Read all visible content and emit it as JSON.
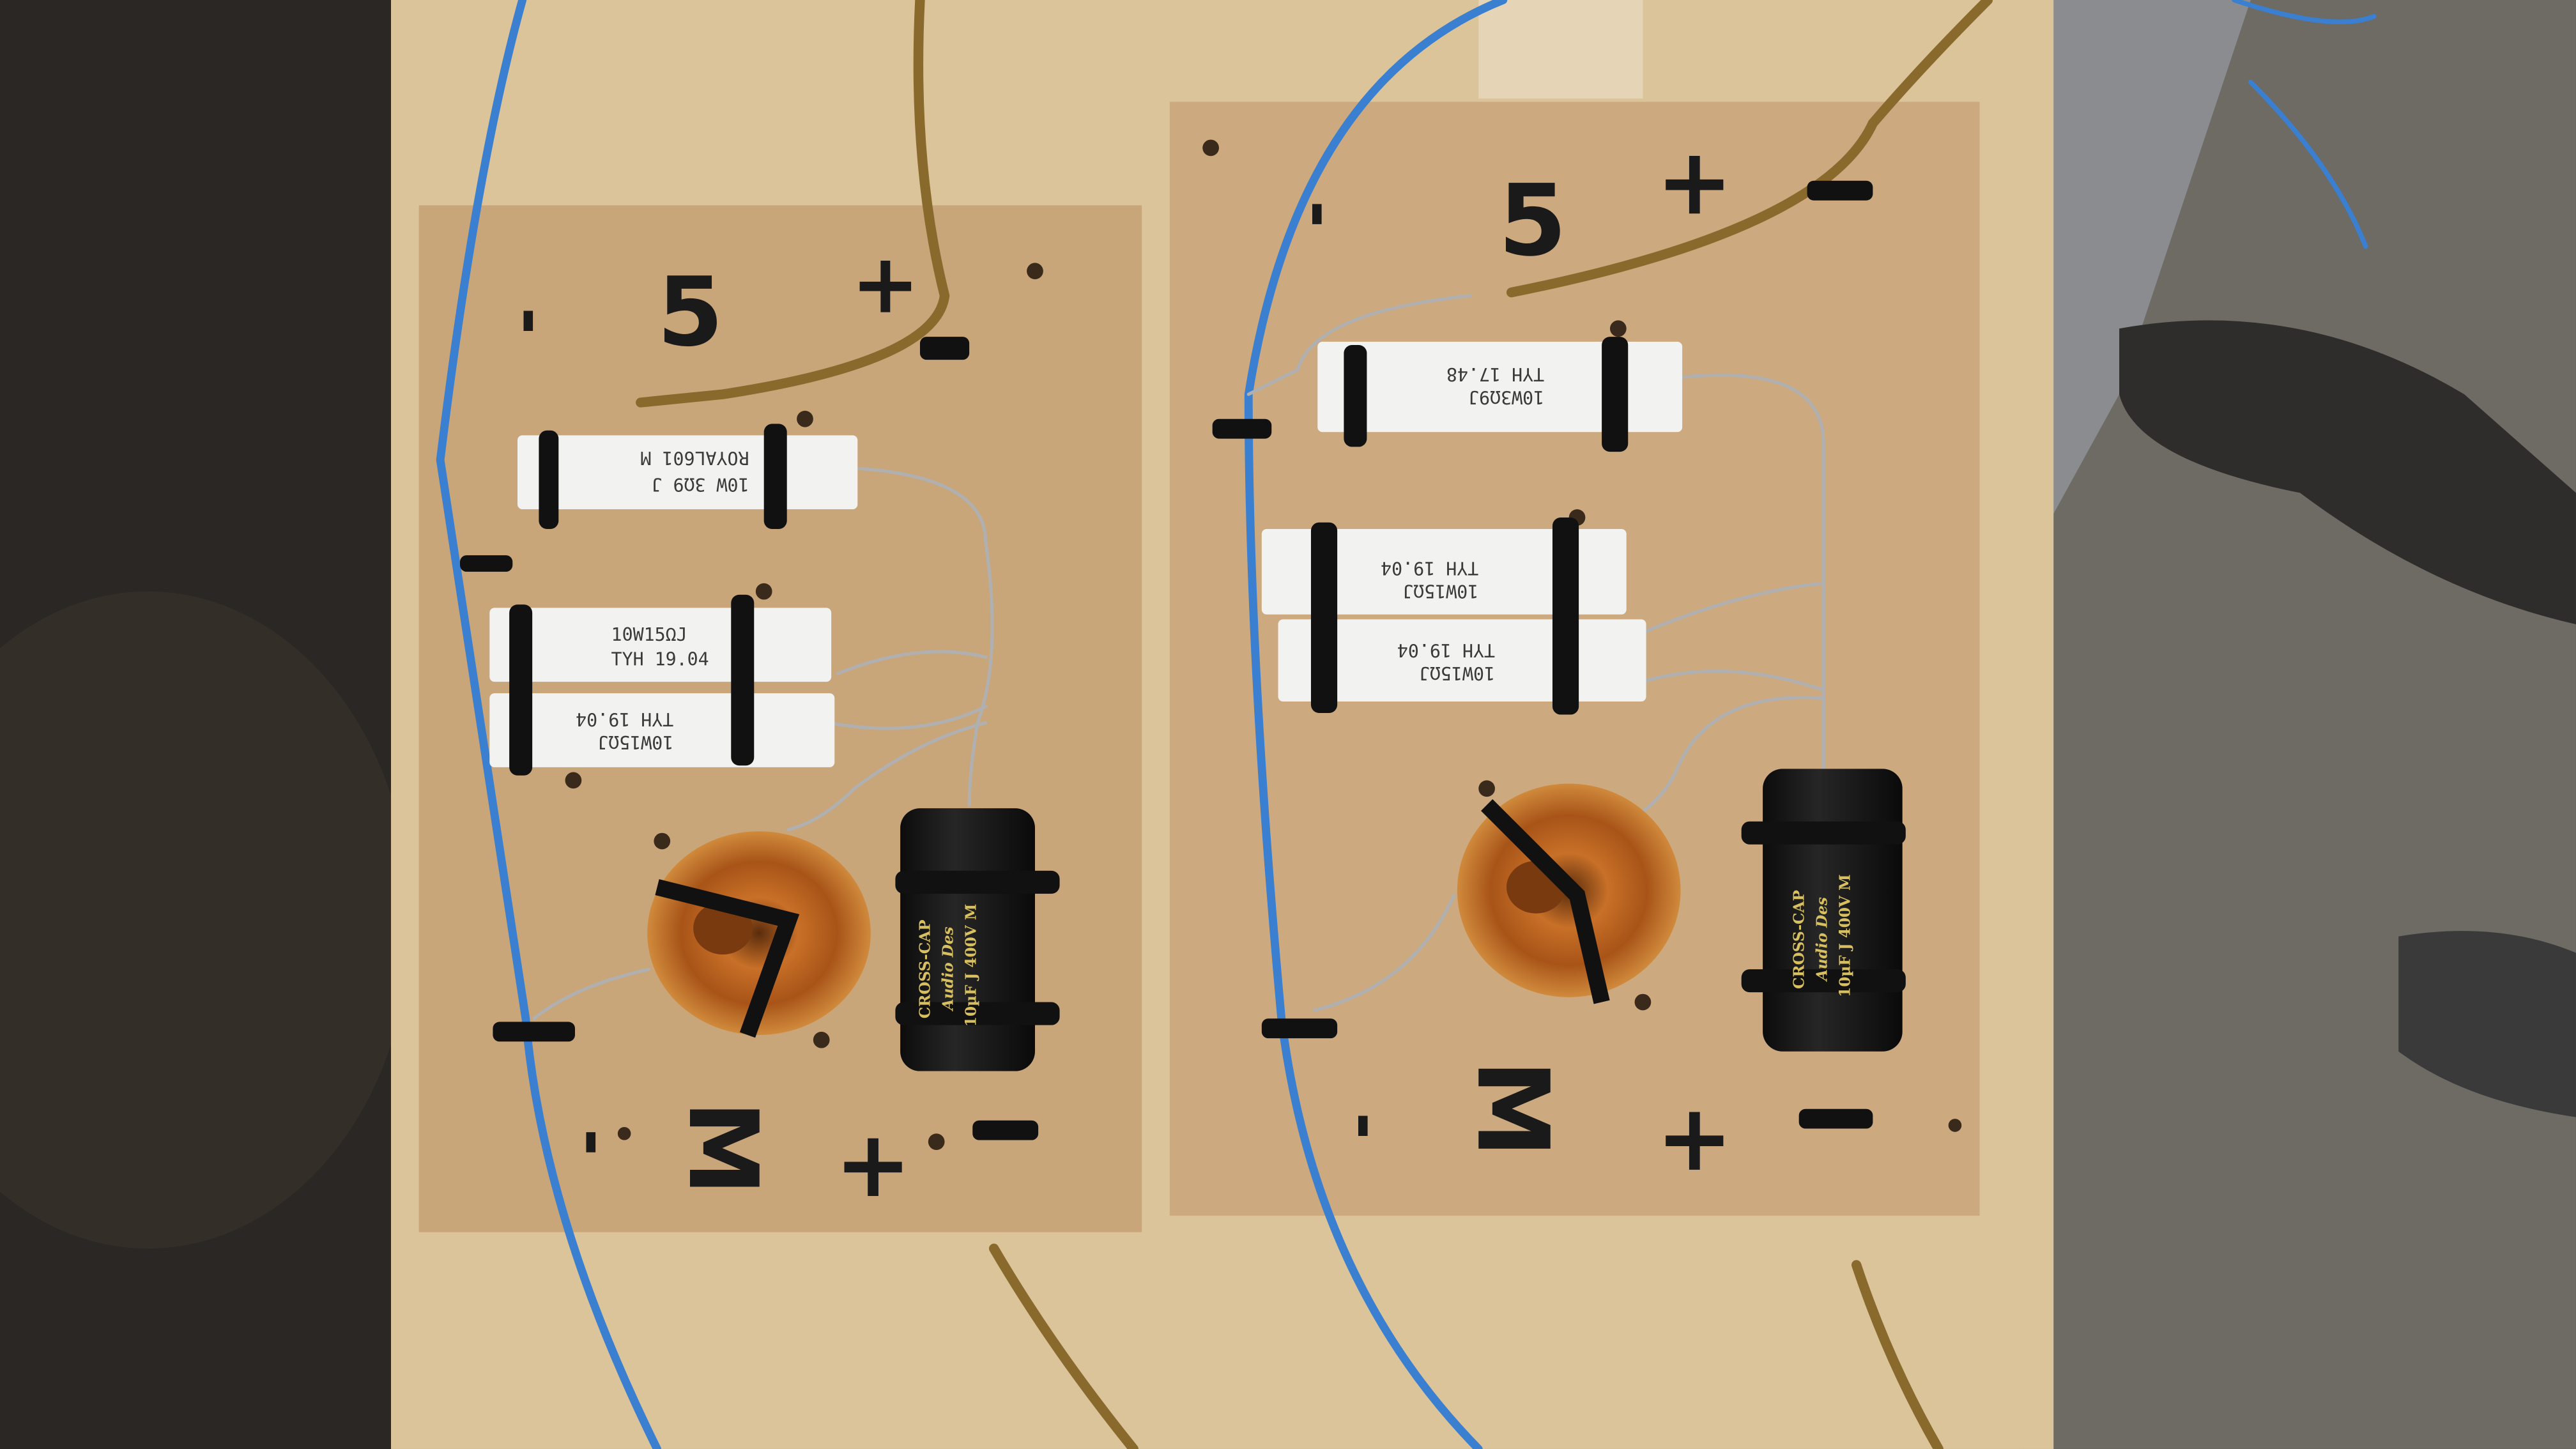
{
  "photo": {
    "left_board": {
      "markings_top": [
        "-",
        "5",
        "+"
      ],
      "markings_bottom": [
        "-",
        "M",
        "+"
      ],
      "resistor_1": {
        "line1": "10W 3Ω9 J",
        "line2": "ROYAL601 M"
      },
      "resistor_2": {
        "line1": "10W15ΩJ",
        "line2": "TYH 19.04"
      },
      "resistor_3": {
        "line1": "10W15ΩJ",
        "line2": "TYH 19.04"
      },
      "capacitor": {
        "brand": "CROSS-CAP",
        "maker": "Audio Des",
        "value": "10µF J 400V M"
      }
    },
    "right_board": {
      "markings_top": [
        "-",
        "5",
        "+"
      ],
      "markings_bottom": [
        "-",
        "M",
        "+"
      ],
      "resistor_1": {
        "line1": "10W3Ω9J",
        "line2": "TYH 17.48"
      },
      "resistor_2": {
        "line1": "10W15ΩJ",
        "line2": "TYH 19.04"
      },
      "resistor_3": {
        "line1": "10W15ΩJ",
        "line2": "TYH 19.04"
      },
      "capacitor": {
        "brand": "CROSS-CAP",
        "maker": "Audio Des",
        "value": "10µF J 400V M"
      }
    },
    "colors": {
      "plywood": "#dcc49a",
      "mdf": "#c9a57a",
      "wire_blue": "#3a7fd0",
      "wire_brown": "#8a6a2c",
      "copper": "#b8641e"
    }
  }
}
